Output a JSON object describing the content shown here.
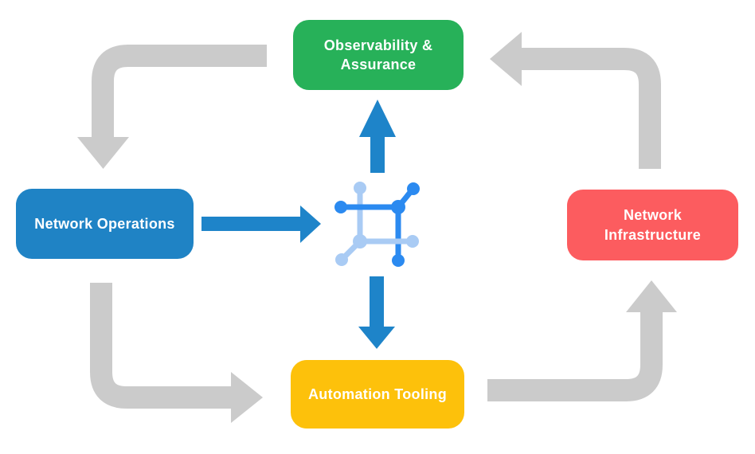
{
  "diagram": {
    "nodes": [
      {
        "id": "observability-assurance",
        "label": "Observability & Assurance",
        "color": "#27B159"
      },
      {
        "id": "network-operations",
        "label": "Network Operations",
        "color": "#1F83C5"
      },
      {
        "id": "network-infrastructure",
        "label": "Network Infrastructure",
        "color": "#FC5C5F"
      },
      {
        "id": "automation-tooling",
        "label": "Automation Tooling",
        "color": "#FDC10B"
      }
    ],
    "colors": {
      "arrow_gray": "#CBCBCB",
      "arrow_blue": "#1E84C9",
      "icon_dark_blue": "#2B8AF0",
      "icon_light_blue": "#A9CBF4",
      "node_text": "#FFFFFF",
      "background": "#FFFFFF"
    },
    "center_icon": "network-mesh-icon",
    "flows": [
      {
        "from": "observability-assurance",
        "to": "network-operations",
        "style": "gray"
      },
      {
        "from": "network-infrastructure",
        "to": "observability-assurance",
        "style": "gray"
      },
      {
        "from": "network-operations",
        "to": "automation-tooling",
        "style": "gray"
      },
      {
        "from": "automation-tooling",
        "to": "network-infrastructure",
        "style": "gray"
      },
      {
        "from": "network-operations",
        "to": "center-icon",
        "style": "blue"
      },
      {
        "from": "center-icon",
        "to": "observability-assurance",
        "style": "blue"
      },
      {
        "from": "center-icon",
        "to": "automation-tooling",
        "style": "blue"
      }
    ]
  }
}
